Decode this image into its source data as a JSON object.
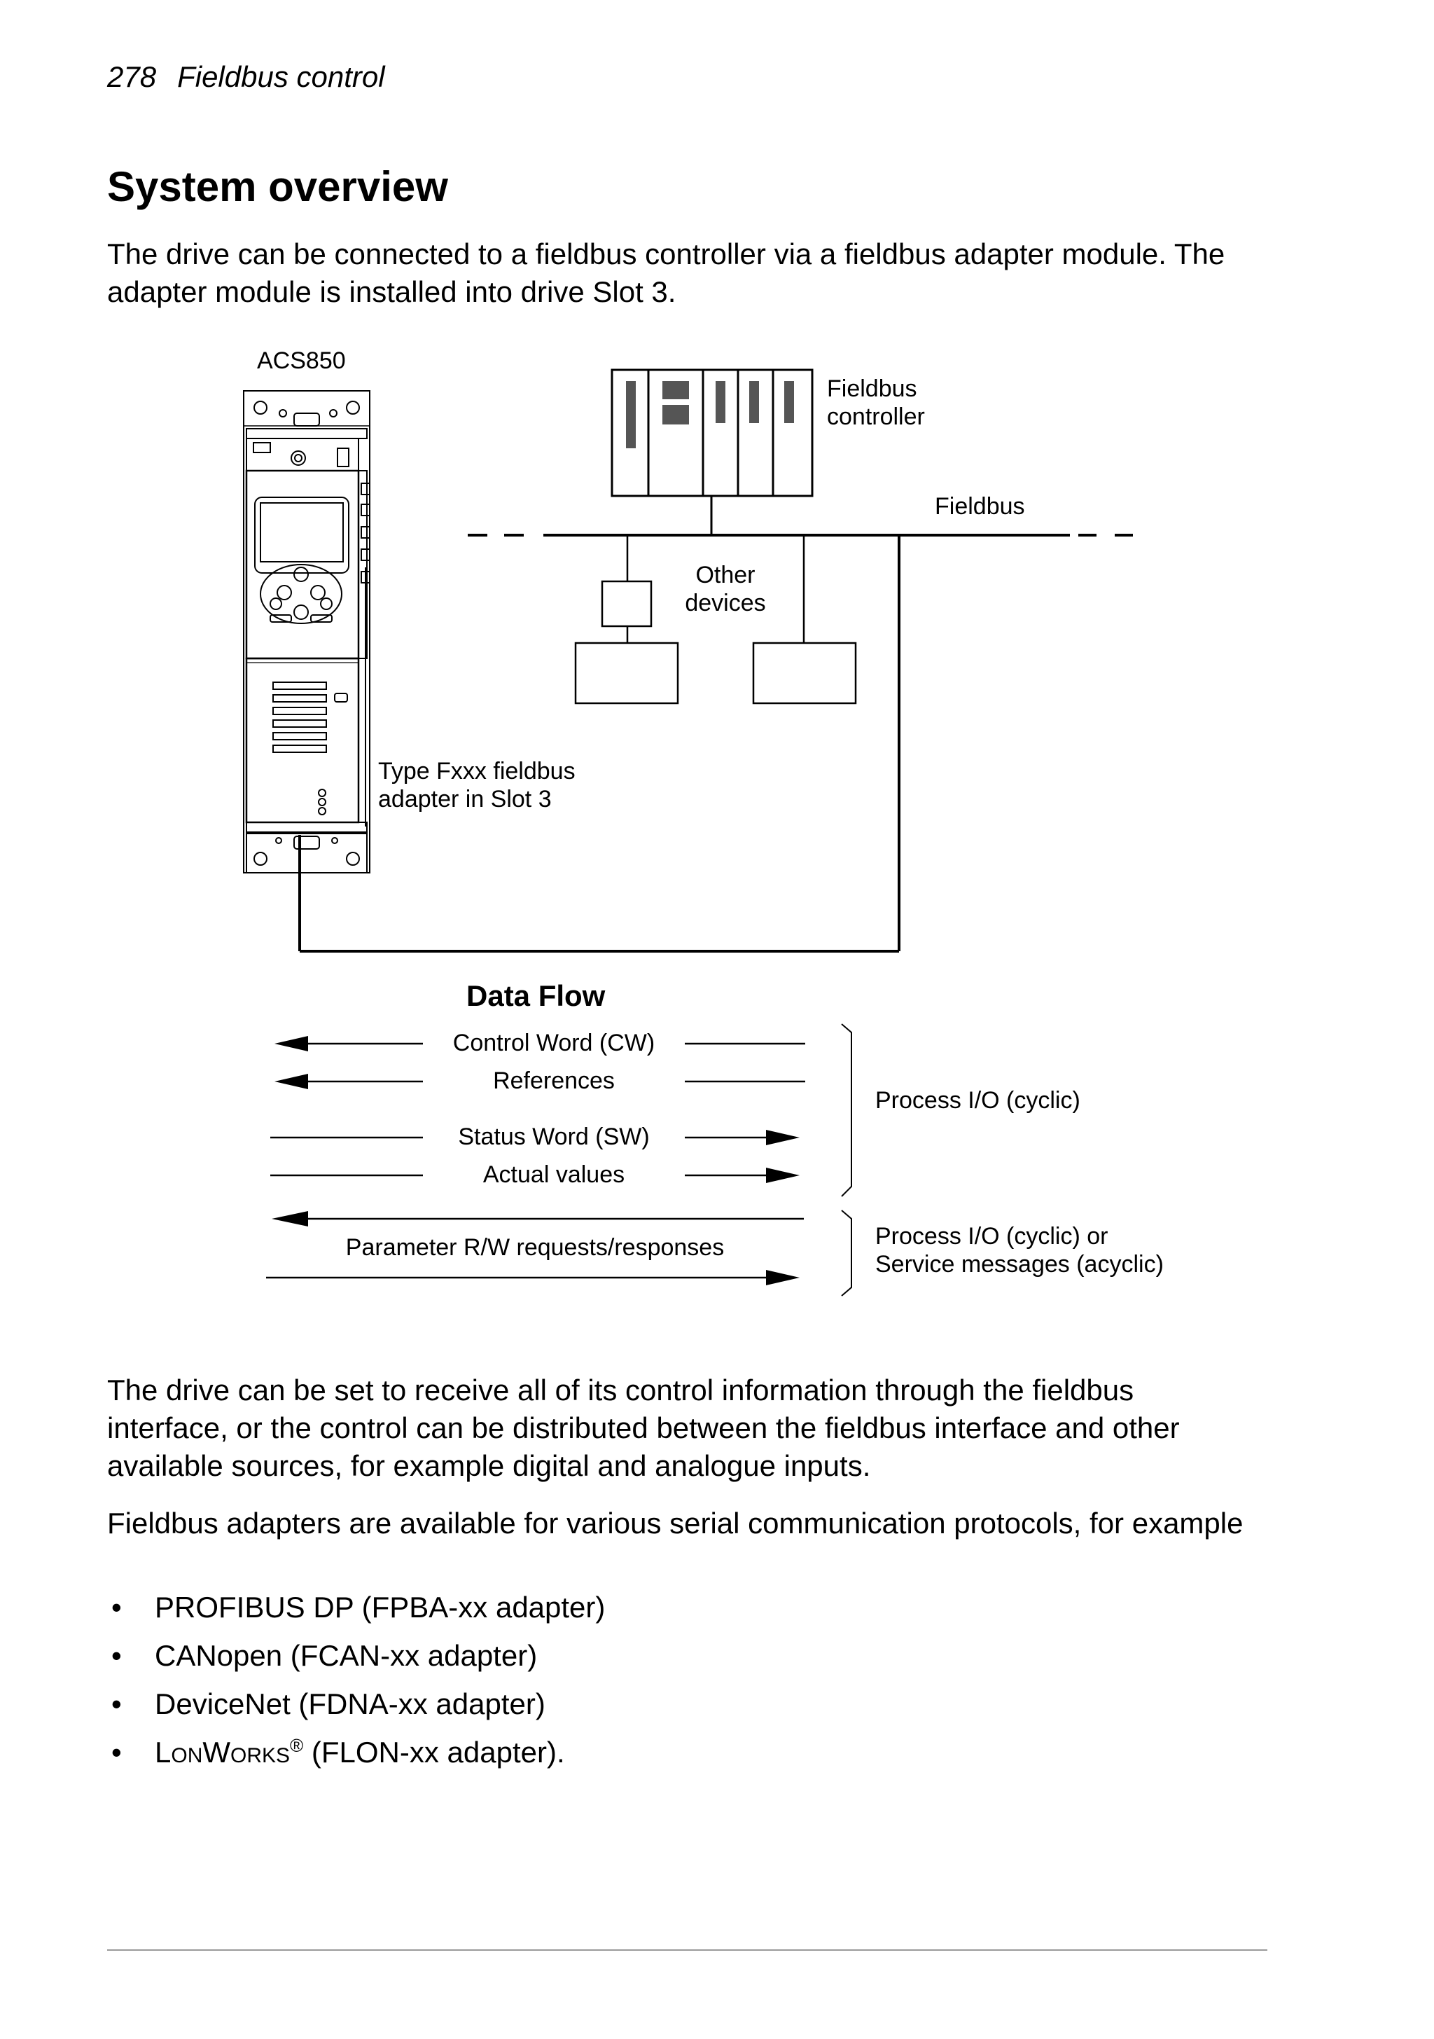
{
  "header": {
    "page_number": "278",
    "section": "Fieldbus control"
  },
  "title": "System overview",
  "intro": "The drive can be connected to a fieldbus controller via a fieldbus adapter module. The adapter module is installed into drive Slot 3.",
  "diagram": {
    "drive_label": "ACS850",
    "controller_label_line1": "Fieldbus",
    "controller_label_line2": "controller",
    "fieldbus_label": "Fieldbus",
    "other_devices_line1": "Other",
    "other_devices_line2": "devices",
    "adapter_label_line1": "Type Fxxx fieldbus",
    "adapter_label_line2": "adapter in Slot 3",
    "data_flow_title": "Data Flow",
    "flows": {
      "control_word": "Control Word (CW)",
      "references": "References",
      "status_word": "Status Word (SW)",
      "actual_values": "Actual values",
      "parameter_rw": "Parameter R/W requests/responses"
    },
    "process_io_cyclic": "Process I/O (cyclic)",
    "process_io_or_line1": "Process I/O (cyclic) or",
    "process_io_or_line2": "Service messages (acyclic)"
  },
  "body_para1": "The drive can be set to receive all of its control information through the fieldbus interface, or the control can be distributed between the fieldbus interface and other available sources, for example digital and analogue inputs.",
  "body_para2": "Fieldbus adapters are available for various serial communication protocols, for example",
  "bullet_symbol": "•",
  "protocols": [
    "PROFIBUS DP (FPBA-xx adapter)",
    "CANopen (FCAN-xx adapter)",
    "DeviceNet (FDNA-xx adapter)"
  ],
  "lonworks": {
    "L": "L",
    "on": "ON",
    "W": "W",
    "orks": "ORKS",
    "reg": "®",
    "rest": " (FLON-xx adapter)."
  }
}
